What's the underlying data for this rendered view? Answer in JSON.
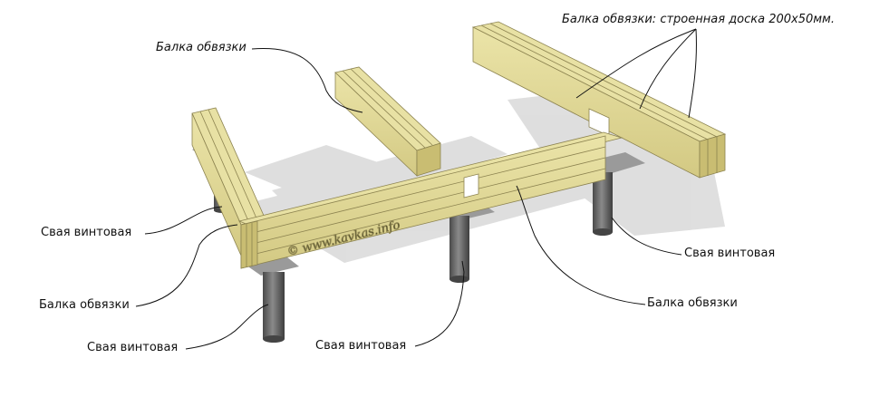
{
  "labels": {
    "beam_spec": "Балка обвязки: строенная доска 200х50мм.",
    "beam_top": "Балка обвязки",
    "beam_bottom_right": "Балка обвязки",
    "beam_left": "Балка обвязки",
    "pile_left_upper": "Свая винтовая",
    "pile_right": "Свая винтовая",
    "pile_left_lower": "Свая винтовая",
    "pile_center": "Свая винтовая"
  },
  "watermark": "© www.kavkas.info",
  "colors": {
    "wood_top": "#e6dfa0",
    "wood_front": "#d8cf88",
    "wood_side": "#c9bd72",
    "pile": "#5f5f5f",
    "shadow": "#d9d9d9",
    "leader": "#111111"
  }
}
